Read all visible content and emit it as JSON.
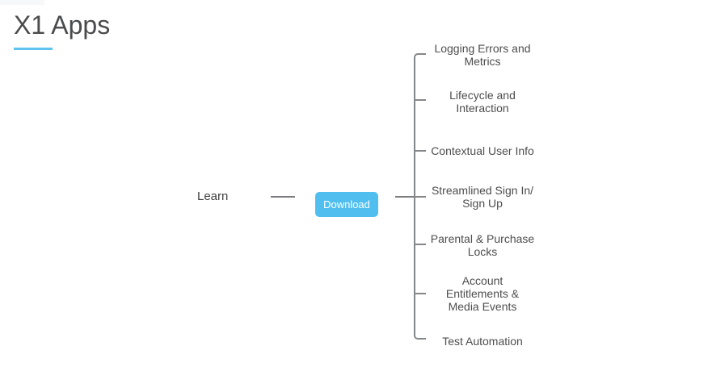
{
  "header": {
    "title": "X1 Apps"
  },
  "diagram": {
    "root_label": "Learn",
    "button_label": "Download",
    "branches": [
      {
        "label": "Logging Errors and\nMetrics"
      },
      {
        "label": "Lifecycle and\nInteraction"
      },
      {
        "label": "Contextual User Info"
      },
      {
        "label": "Streamlined Sign In/\nSign Up"
      },
      {
        "label": "Parental & Purchase\nLocks"
      },
      {
        "label": "Account\nEntitlements &\nMedia Events"
      },
      {
        "label": "Test Automation"
      }
    ]
  },
  "colors": {
    "accent_blue": "#50BFF0",
    "underline_blue": "#5FC4EF",
    "line_gray": "#84868A",
    "label_text": "#4D4D4F",
    "title_text": "#4A4B4D"
  }
}
